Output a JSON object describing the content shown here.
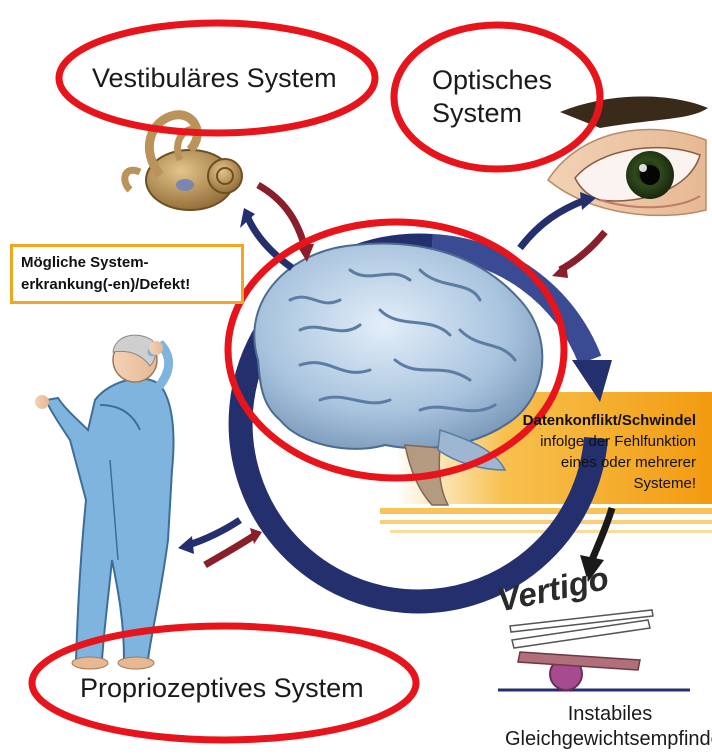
{
  "labels": {
    "vestibular": "Vestibuläres System",
    "optical_line1": "Optisches",
    "optical_line2": "System",
    "proprioceptive": "Propriozeptives System",
    "system_disease_line1": "Mögliche System-",
    "system_disease_line2": "erkrankung(-en)/Defekt!",
    "conflict_title": "Datenkonflikt/Schwindel",
    "conflict_line2": "infolge der Fehlfunktion",
    "conflict_line3": "eines oder mehrerer",
    "conflict_line4": "Systeme!",
    "vertigo": "Vertigo",
    "bottom_line1": "Instabiles",
    "bottom_line2": "Gleichgewichtsempfinden"
  },
  "icons": [
    "inner-ear-icon",
    "eye-icon",
    "brain-icon",
    "person-icon",
    "seesaw-icon"
  ],
  "colors": {
    "highlight_ellipse": "#e8141b",
    "cycle_arrow": "#24306e",
    "signal_arrow": "#8a1f2c",
    "box_border": "#f0a720",
    "glow": "#f5b020"
  }
}
